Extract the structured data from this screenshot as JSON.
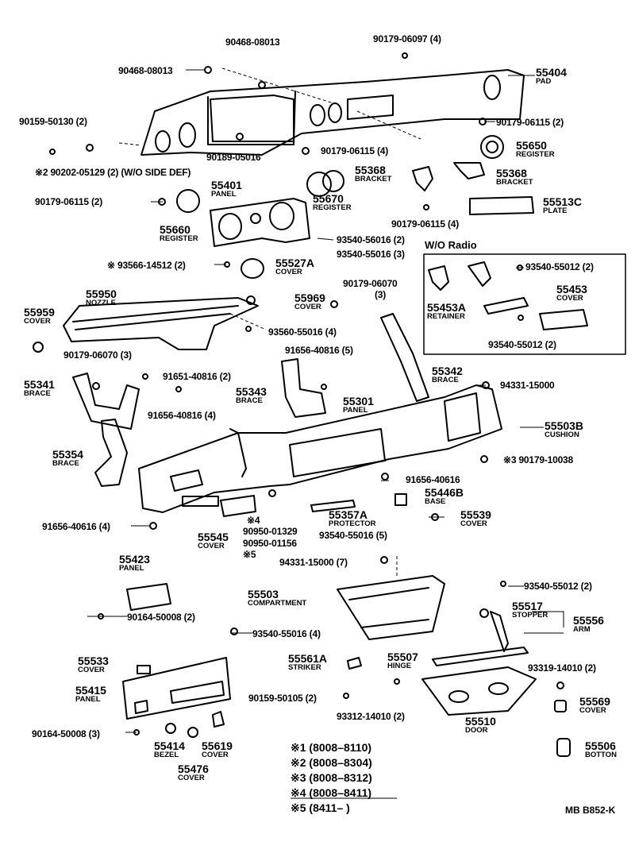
{
  "diagram": {
    "section_label": "W/O Radio",
    "reference": "MB  B852-K",
    "legend": [
      "※1 (8008–8110)",
      "※2 (8008–8304)",
      "※3 (8008–8312)",
      "※4 (8008–8411)",
      "※5 (8411–      )"
    ],
    "parts": {
      "p_90468_a": "90468-08013",
      "p_90468_b": "90468-08013",
      "p_90179_06097": "90179-06097 (4)",
      "p_55404": "55404",
      "n_55404": "PAD",
      "p_90159_50130": "90159-50130 (2)",
      "p_90179_06115_a": "90179-06115 (2)",
      "p_55650": "55650",
      "n_55650": "REGISTER",
      "p_90189_05016": "90189-05016",
      "p_90179_06115_b": "90179-06115 (4)",
      "p_90202_05129": "※2  90202-05129 (2) (W/O SIDE DEF)",
      "p_55368_a": "55368",
      "n_55368_a": "BRACKET",
      "p_55368_b": "55368",
      "n_55368_b": "BRACKET",
      "p_55401": "55401",
      "n_55401": "PANEL",
      "p_90179_06115_c": "90179-06115 (2)",
      "p_55670": "55670",
      "n_55670": "REGISTER",
      "p_55513c": "55513C",
      "n_55513c": "PLATE",
      "p_55660": "55660",
      "n_55660": "REGISTER",
      "p_90179_06115_d": "90179-06115 (4)",
      "p_93540_56016": "93540-56016 (2)",
      "p_93540_55016_3": "93540-55016 (3)",
      "p_93566_14512": "※ 93566-14512 (2)",
      "p_55527a": "55527A",
      "n_55527a": "COVER",
      "p_93540_55012_a": "93540-55012 (2)",
      "p_55453": "55453",
      "n_55453": "COVER",
      "p_55453a": "55453A",
      "n_55453a": "RETAINER",
      "p_93540_55012_b": "93540-55012 (2)",
      "p_55950": "55950",
      "n_55950": "NOZZLE",
      "p_55969": "55969",
      "n_55969": "COVER",
      "p_90179_06070_a": "90179-06070",
      "q_90179_06070_a": "(3)",
      "p_55959": "55959",
      "n_55959": "COVER",
      "p_93560_55016": "93560-55016 (4)",
      "p_90179_06070_b": "90179-06070 (3)",
      "p_91656_40816_5": "91656-40816 (5)",
      "p_55342": "55342",
      "n_55342": "BRACE",
      "p_55341": "55341",
      "n_55341": "BRACE",
      "p_91651_40816": "91651-40816 (2)",
      "p_94331_15000_a": "94331-15000",
      "p_55343": "55343",
      "n_55343": "BRACE",
      "p_91656_40816_4": "91656-40816 (4)",
      "p_55301": "55301",
      "n_55301": "PANEL",
      "p_55503b": "55503B",
      "n_55503b": "CUSHION",
      "p_55354": "55354",
      "n_55354": "BRACE",
      "p_90179_10038": "※3   90179-10038",
      "p_91656_40616_a": "91656-40616",
      "p_55446b": "55446B",
      "n_55446b": "BASE",
      "p_55539": "55539",
      "n_55539": "COVER",
      "p_55357a": "55357A",
      "n_55357a": "PROTECTOR",
      "p_91656_40616_b": "91656-40616 (4)",
      "p_55545": "55545",
      "n_55545": "COVER",
      "p_90950_01329": "※4",
      "q_90950_01329": "90950-01329",
      "p_90950_01156": "90950-01156",
      "q_90950_01156": "※5",
      "p_93540_55016_5": "93540-55016 (5)",
      "p_55423": "55423",
      "n_55423": "PANEL",
      "p_94331_15000_7": "94331-15000 (7)",
      "p_93540_55012_c": "93540-55012 (2)",
      "p_55503": "55503",
      "n_55503": "COMPARTMENT",
      "p_55517": "55517",
      "n_55517": "STOPPER",
      "p_55556": "55556",
      "n_55556": "ARM",
      "p_90164_50008_2": "90164-50008 (2)",
      "p_93540_55016_4": "93540-55016 (4)",
      "p_55533": "55533",
      "n_55533": "COVER",
      "p_55561a": "55561A",
      "n_55561a": "STRIKER",
      "p_55507": "55507",
      "n_55507": "HINGE",
      "p_93319_14010": "93319-14010 (2)",
      "p_55415": "55415",
      "n_55415": "PANEL",
      "p_90159_50105": "90159-50105 (2)",
      "p_55569": "55569",
      "n_55569": "COVER",
      "p_93312_14010": "93312-14010 (2)",
      "p_55510": "55510",
      "n_55510": "DOOR",
      "p_90164_50008_3": "90164-50008 (3)",
      "p_55414": "55414",
      "n_55414": "BEZEL",
      "p_55619": "55619",
      "n_55619": "COVER",
      "p_55476": "55476",
      "n_55476": "COVER",
      "p_55506": "55506",
      "n_55506": "BOTTON"
    }
  }
}
